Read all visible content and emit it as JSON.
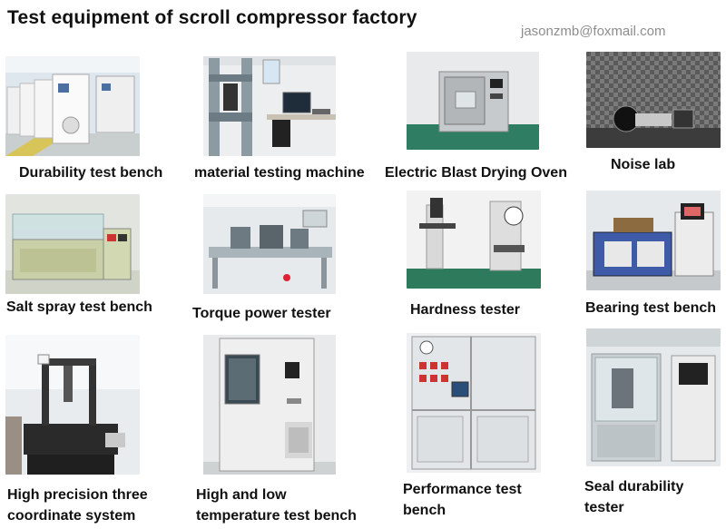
{
  "header": {
    "title": "Test equipment of scroll compressor factory",
    "email": "jasonzmb@foxmail.com"
  },
  "items": [
    {
      "label": "Durability test bench"
    },
    {
      "label": "material testing machine"
    },
    {
      "label": "Electric Blast Drying Oven"
    },
    {
      "label": "Noise lab"
    },
    {
      "label": "Salt spray test bench"
    },
    {
      "label": "Torque power tester"
    },
    {
      "label": "Hardness tester"
    },
    {
      "label": "Bearing test bench"
    },
    {
      "label": "High precision three",
      "label2": "coordinate system"
    },
    {
      "label": "High and low",
      "label2": "temperature test bench"
    },
    {
      "label": "Performance test",
      "label2": "bench"
    },
    {
      "label": "Seal durability",
      "label2": "tester"
    }
  ]
}
